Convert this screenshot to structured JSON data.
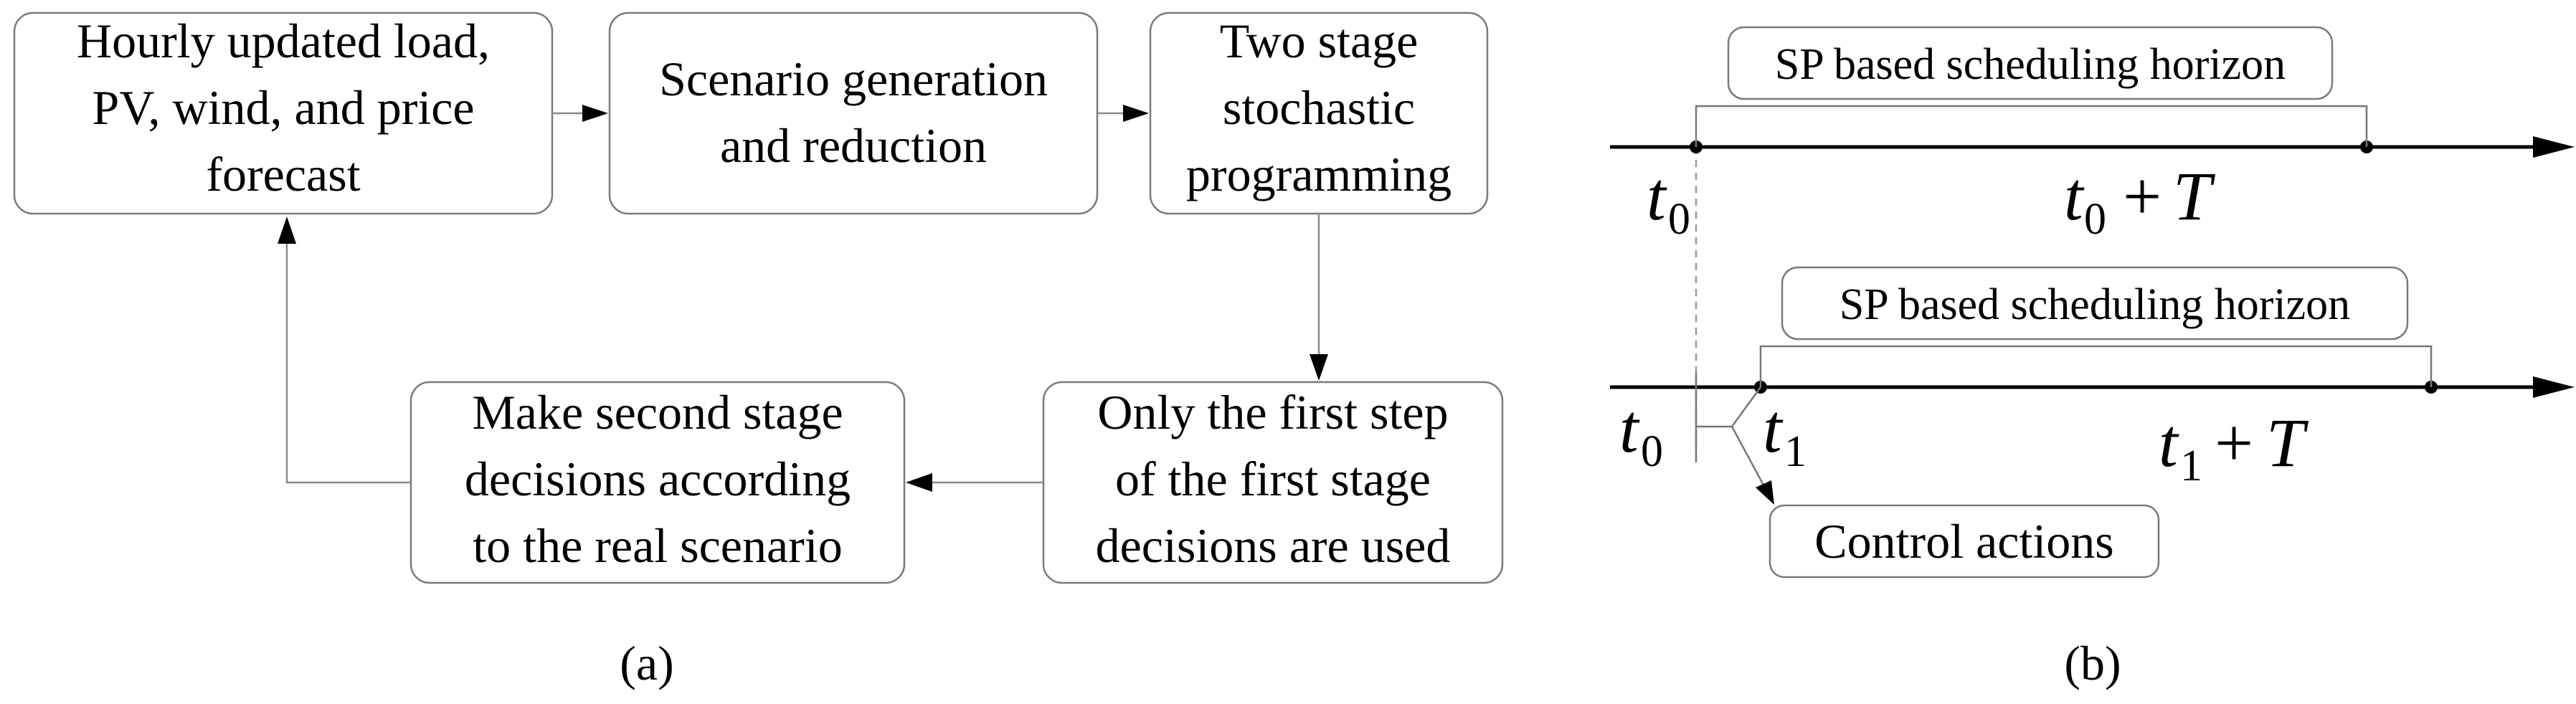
{
  "panel_a": {
    "caption": "(a)",
    "box1": {
      "line1": "Hourly updated load,",
      "line2": "PV, wind, and price",
      "line3": "forecast"
    },
    "box2": {
      "line1": "Scenario generation",
      "line2": "and reduction"
    },
    "box3": {
      "line1": "Two stage",
      "line2": "stochastic",
      "line3": "programming"
    },
    "box4": {
      "line1": "Only the first step",
      "line2": "of  the first stage",
      "line3": "decisions are used"
    },
    "box5": {
      "line1": "Make second stage",
      "line2": "decisions according",
      "line3": "to the real scenario"
    }
  },
  "panel_b": {
    "caption": "(b)",
    "top": {
      "horizon_label": "SP based scheduling horizon",
      "start_var": "t",
      "start_sub": "0",
      "end_var": "t",
      "end_sub": "0",
      "end_op": "+",
      "end_T": "T"
    },
    "bottom": {
      "horizon_label": "SP based scheduling horizon",
      "origin_var": "t",
      "origin_sub": "0",
      "start_var": "t",
      "start_sub": "1",
      "end_var": "t",
      "end_sub": "1",
      "end_op": "+",
      "end_T": "T",
      "control_label": "Control actions"
    }
  }
}
